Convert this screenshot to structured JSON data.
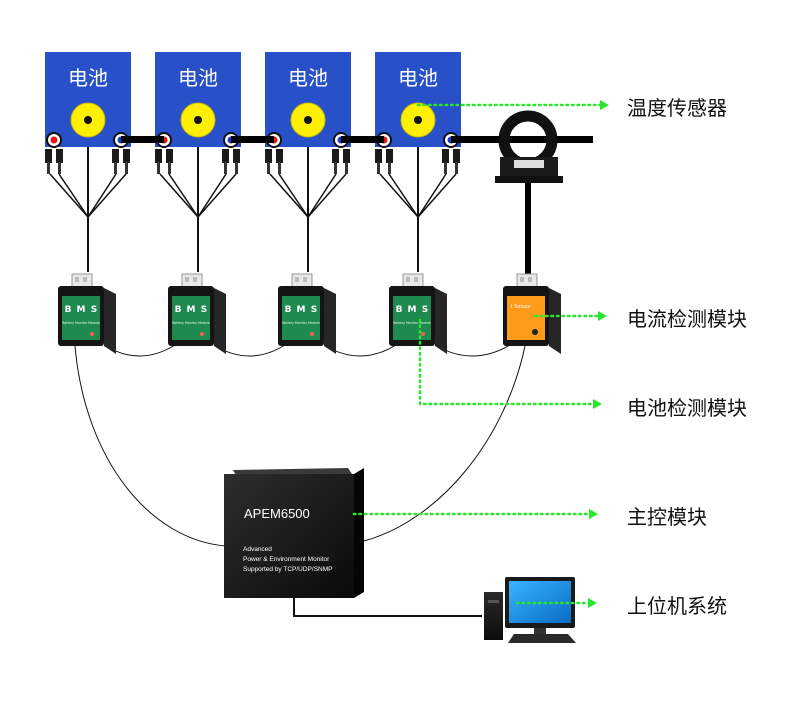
{
  "batteries": [
    {
      "label": "电池"
    },
    {
      "label": "电池"
    },
    {
      "label": "电池"
    },
    {
      "label": "电池"
    }
  ],
  "bms_module": {
    "letters": [
      "B",
      "M",
      "S"
    ],
    "caption": "Battery Monitor Module",
    "count": 4
  },
  "current_module": {
    "title": "I Sensor"
  },
  "controller": {
    "model": "APEM6500",
    "desc_line1": "Advanced",
    "desc_line2": "Power & Environment Monitor",
    "desc_line3": "Supported by TCP/UDP/SNMP"
  },
  "callouts": {
    "temp_sensor": "温度传感器",
    "current_detect": "电流检测模块",
    "battery_detect": "电池检测模块",
    "main_control": "主控模块",
    "host_system": "上位机系统"
  },
  "colors": {
    "battery_blue": "#2850c8",
    "temp_yellow": "#ffef00",
    "bms_green": "#1e8a50",
    "sensor_orange": "#ff9b1a",
    "callout_green": "#28e628",
    "controller_black": "#141414",
    "monitor_blue": "#1c8fe6"
  }
}
